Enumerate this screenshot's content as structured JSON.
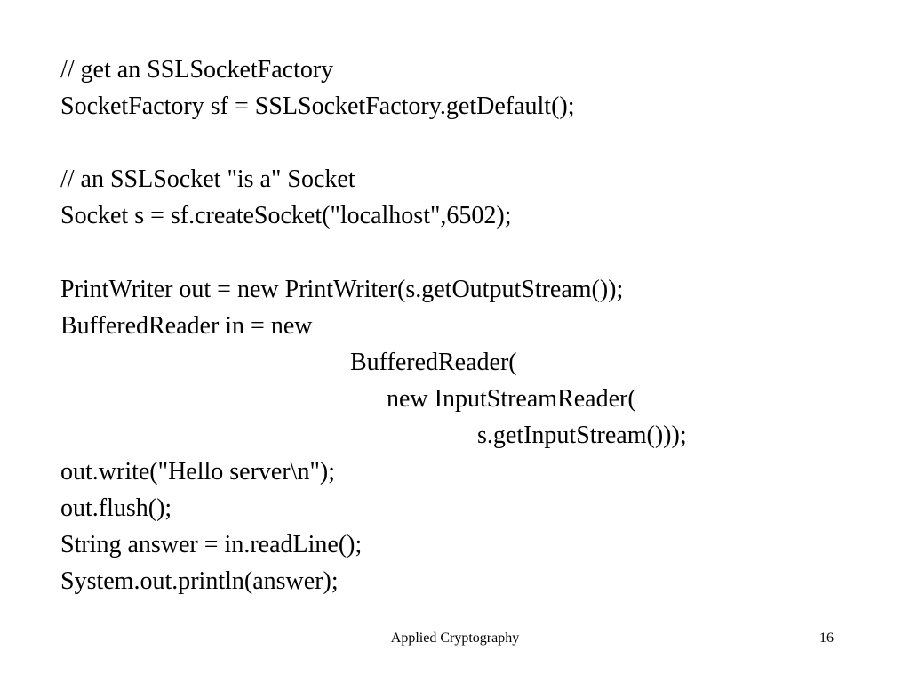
{
  "slide": {
    "code_lines": [
      "// get an SSLSocketFactory",
      "SocketFactory sf = SSLSocketFactory.getDefault();",
      "",
      "// an SSLSocket \"is a\" Socket",
      "Socket s = sf.createSocket(\"localhost\",6502);",
      "",
      "PrintWriter out = new PrintWriter(s.getOutputStream());",
      "BufferedReader in = new",
      "BufferedReader(",
      "new InputStreamReader(",
      "s.getInputStream()));",
      "out.write(\"Hello server\\n\");",
      "out.flush();",
      "String answer = in.readLine();",
      "System.out.println(answer);"
    ],
    "footer_title": "Applied Cryptography",
    "page_number": "16"
  }
}
